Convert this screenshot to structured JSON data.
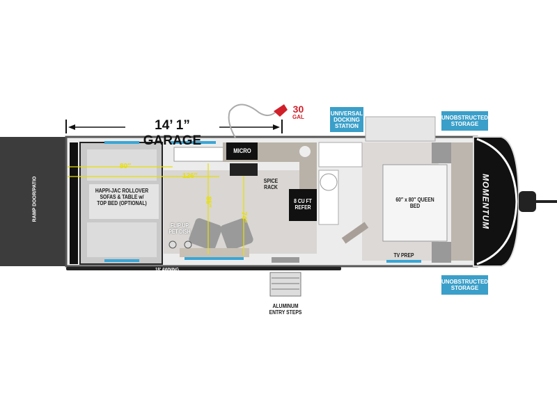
{
  "garage_dimension": "14’ 1” GARAGE",
  "fuel_tank": {
    "value": "30",
    "unit": "GAL"
  },
  "callouts": {
    "docking": "UNIVERSAL DOCKING STATION",
    "storage_top": "UNOBSTRUCTED STORAGE",
    "storage_bottom": "UNOBSTRUCTED STORAGE"
  },
  "rooms": {
    "ramp": "RAMP DOOR/PATIO",
    "sofas": "HAPPI-JAC ROLLOVER SOFAS & TABLE w/ TOP BED (OPTIONAL)",
    "micro": "MICRO",
    "spice": "SPICE RACK",
    "refer": "8 CU FT REFER",
    "pet": "FLIP UP PET DISH",
    "bed": "60″ x 80″ QUEEN BED",
    "tv": "TV PREP",
    "awning": "18' AWNING",
    "steps": "ALUMINUM ENTRY STEPS",
    "brand": "MOMENTUM"
  },
  "dimensions": {
    "width_80": "80″",
    "length_126": "126″",
    "height_85": "85″",
    "height_74": "74″"
  },
  "colors": {
    "callout": "#3a9fc9",
    "dimension": "#e8e000",
    "fuel": "#d0202a"
  }
}
